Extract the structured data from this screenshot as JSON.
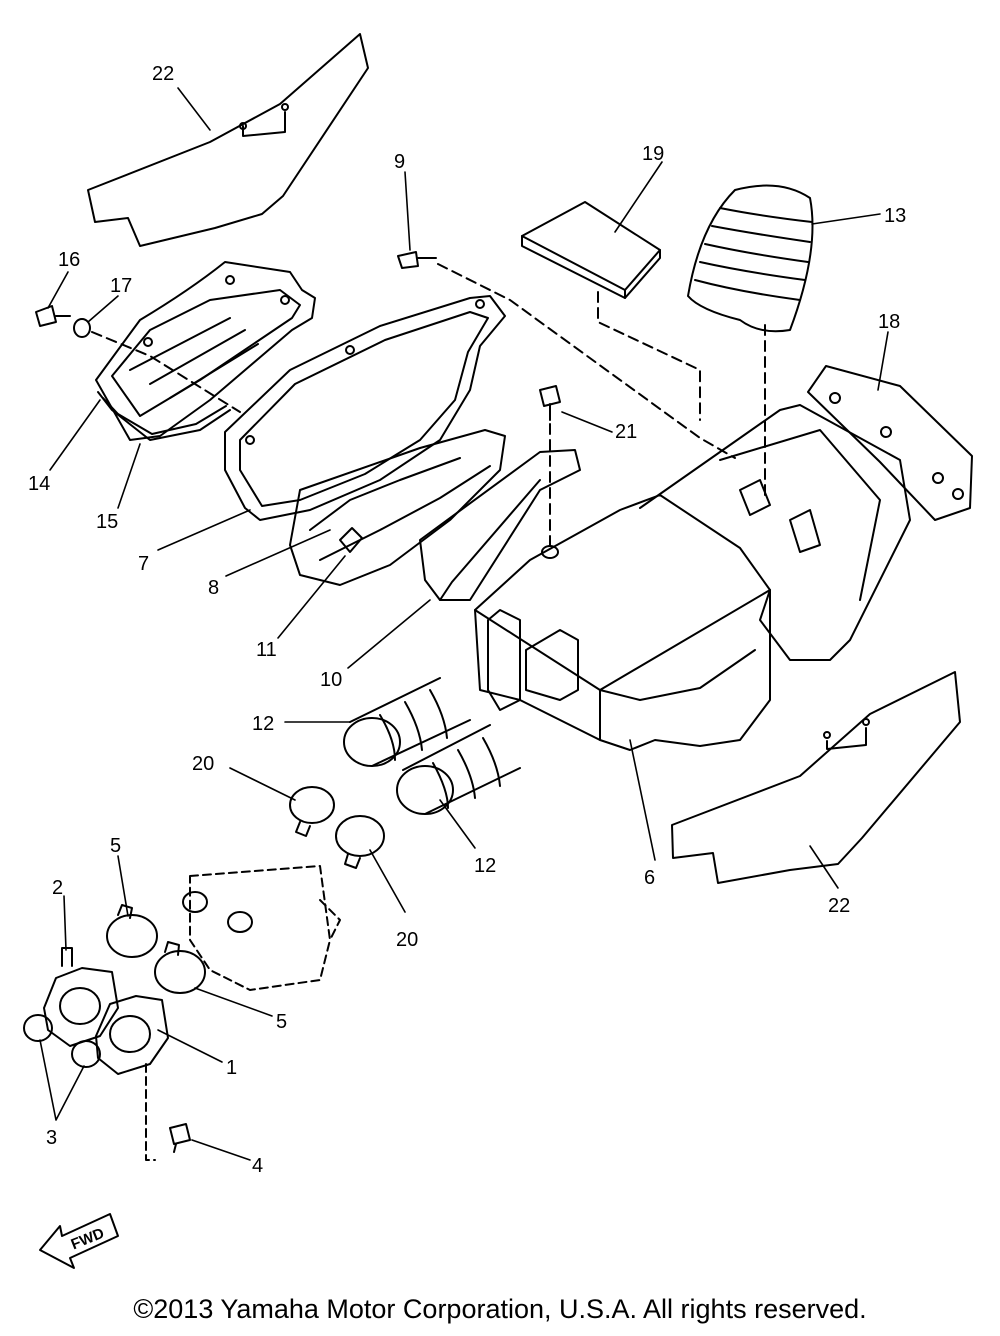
{
  "diagram": {
    "callouts": [
      {
        "id": "22a",
        "label": "22"
      },
      {
        "id": "9",
        "label": "9"
      },
      {
        "id": "19",
        "label": "19"
      },
      {
        "id": "13",
        "label": "13"
      },
      {
        "id": "16",
        "label": "16"
      },
      {
        "id": "17",
        "label": "17"
      },
      {
        "id": "18",
        "label": "18"
      },
      {
        "id": "21",
        "label": "21"
      },
      {
        "id": "14",
        "label": "14"
      },
      {
        "id": "15",
        "label": "15"
      },
      {
        "id": "7",
        "label": "7"
      },
      {
        "id": "8",
        "label": "8"
      },
      {
        "id": "11",
        "label": "11"
      },
      {
        "id": "10",
        "label": "10"
      },
      {
        "id": "12a",
        "label": "12"
      },
      {
        "id": "20a",
        "label": "20"
      },
      {
        "id": "12b",
        "label": "12"
      },
      {
        "id": "6",
        "label": "6"
      },
      {
        "id": "22b",
        "label": "22"
      },
      {
        "id": "20b",
        "label": "20"
      },
      {
        "id": "5a",
        "label": "5"
      },
      {
        "id": "2",
        "label": "2"
      },
      {
        "id": "5b",
        "label": "5"
      },
      {
        "id": "1",
        "label": "1"
      },
      {
        "id": "3",
        "label": "3"
      },
      {
        "id": "4",
        "label": "4"
      }
    ],
    "fwd_label": "FWD"
  },
  "footer": {
    "copyright": "©2013 Yamaha Motor Corporation, U.S.A. All rights reserved."
  }
}
